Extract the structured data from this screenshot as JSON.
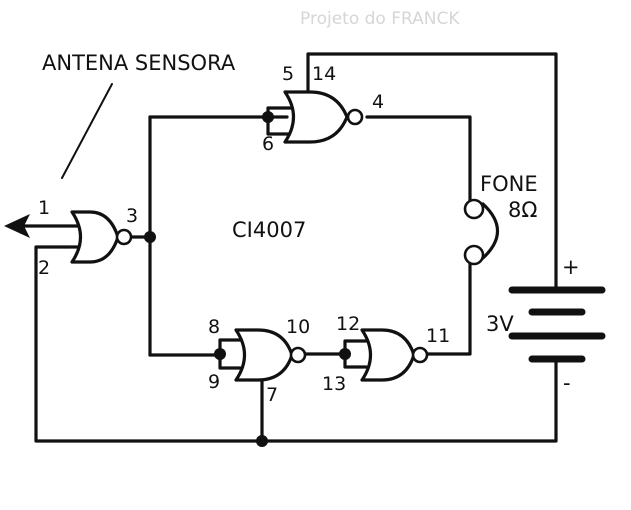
{
  "labels": {
    "antenna": "ANTENA SENSORA",
    "ic": "CI4007",
    "phone": "FONE",
    "phone_impedance": "8Ω",
    "voltage": "3V",
    "plus": "+",
    "minus": "-"
  },
  "pins": {
    "g1_in_a": "5",
    "g1_supply": "14",
    "g1_in_b": "6",
    "g1_out": "4",
    "g2_in_a": "1",
    "g2_in_b": "2",
    "g2_out": "3",
    "g3_in_a": "8",
    "g3_in_b": "9",
    "g3_out": "10",
    "g3_gnd": "7",
    "g4_in_a": "12",
    "g4_in_b": "13",
    "g4_out": "11"
  },
  "watermark": {
    "header": "Projeto do FRANCK"
  },
  "colors": {
    "ink": "#111111",
    "paper": "#ffffff"
  }
}
